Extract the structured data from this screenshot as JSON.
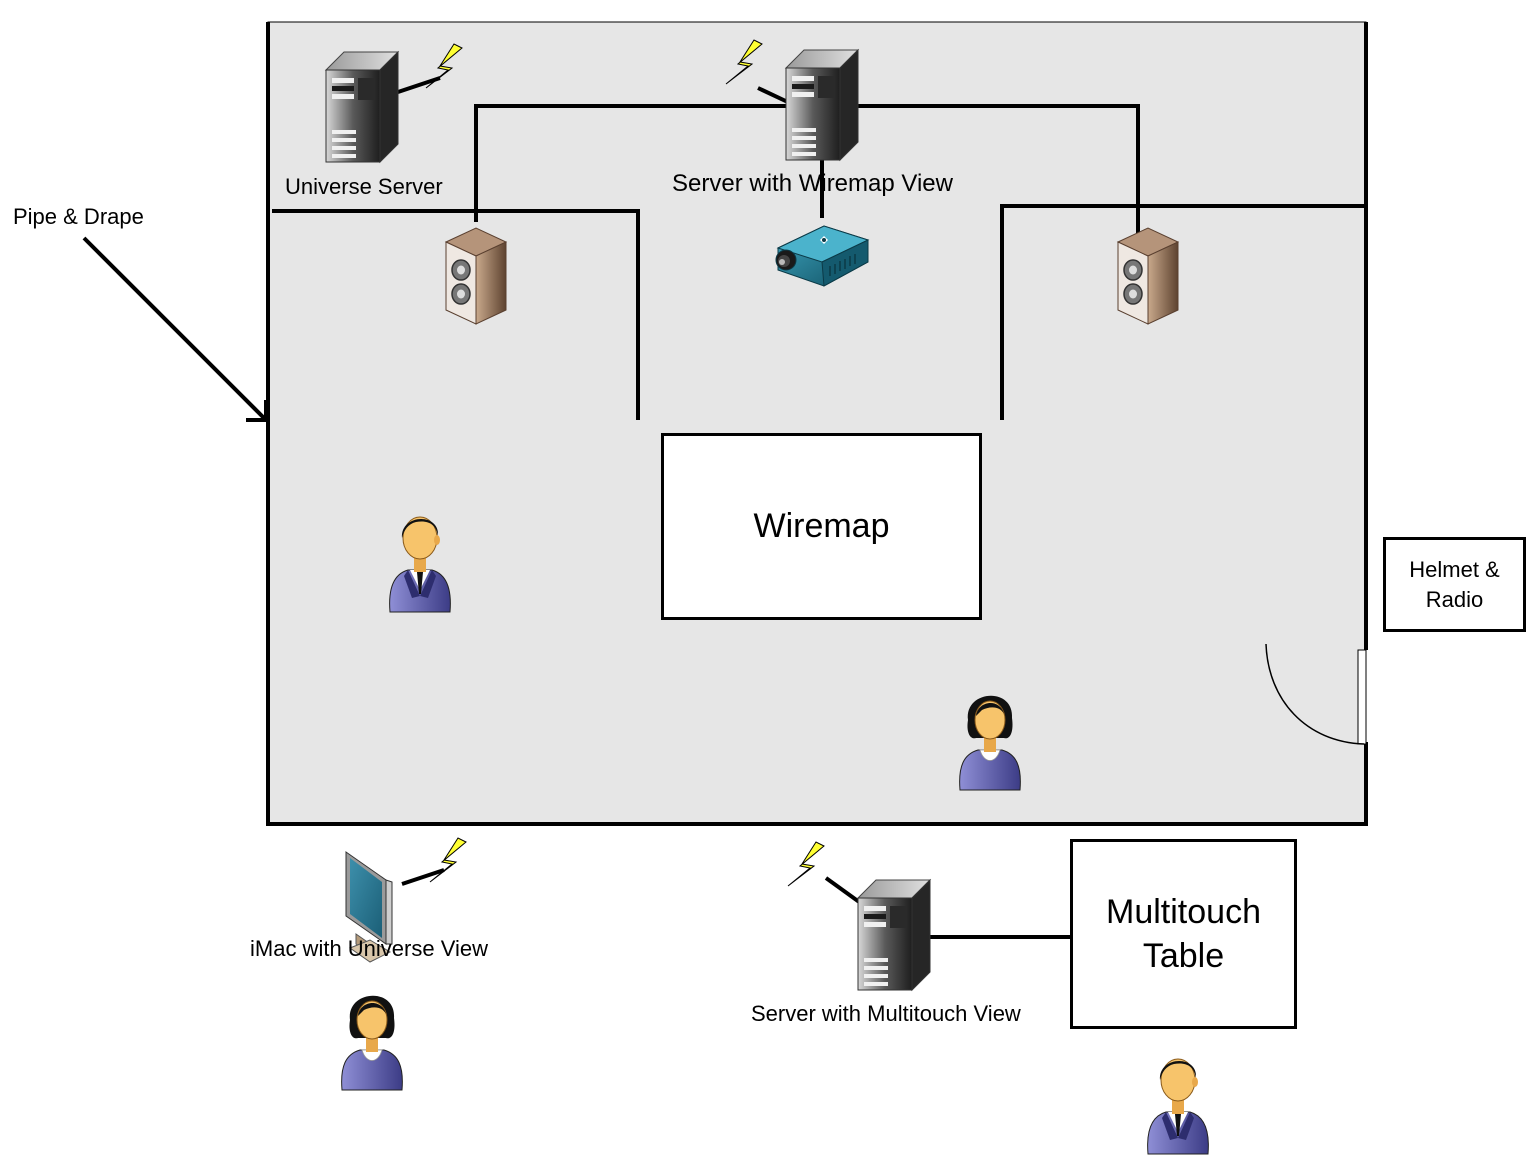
{
  "labels": {
    "pipe_drape": "Pipe & Drape",
    "universe_server": "Universe Server",
    "wiremap_server": "Server with Wiremap View",
    "wiremap": "Wiremap",
    "helmet_line1": "Helmet &",
    "helmet_line2": "Radio",
    "imac": "iMac with Universe View",
    "multitouch_server": "Server with Multitouch View",
    "multitouch_line1": "Multitouch",
    "multitouch_line2": "Table"
  },
  "icons": {
    "server": "server-tower-icon",
    "speaker": "speaker-icon",
    "projector": "projector-icon",
    "monitor": "monitor-icon",
    "man": "man-person-icon",
    "woman": "woman-person-icon",
    "wireless": "lightning-bolt-icon"
  },
  "colors": {
    "room_fill": "#e6e6e6",
    "wall": "#000000",
    "bolt": "#ffff00",
    "projector": "#1f7d95",
    "person_suit": "#6b6bb5",
    "skin": "#f7c46b",
    "speaker_wood": "#8b6a4f"
  }
}
